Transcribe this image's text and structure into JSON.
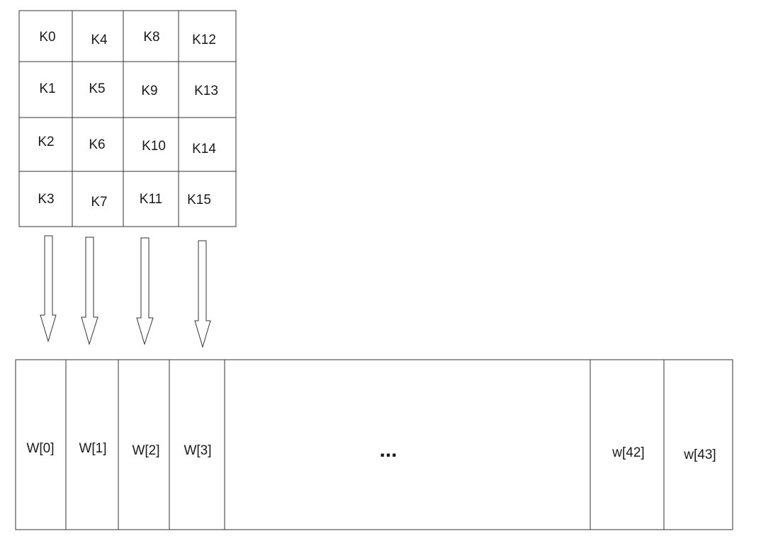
{
  "key_matrix": {
    "cells": [
      [
        "K0",
        "K4",
        "K8",
        "K12"
      ],
      [
        "K1",
        "K5",
        "K9",
        "K13"
      ],
      [
        "K2",
        "K6",
        "K10",
        "K14"
      ],
      [
        "K3",
        "K7",
        "K11",
        "K15"
      ]
    ]
  },
  "word_array": {
    "words": [
      "W[0]",
      "W[1]",
      "W[2]",
      "W[3]",
      "...",
      "w[42]",
      "w[43]"
    ]
  }
}
